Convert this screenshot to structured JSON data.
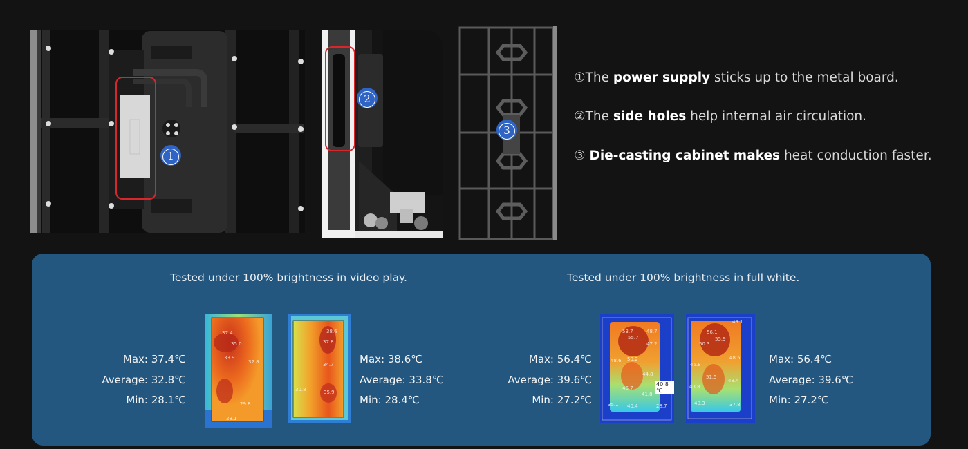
{
  "photos": [
    {
      "id": "power-supply-photo",
      "badge": "1"
    },
    {
      "id": "side-holes-photo",
      "badge": "2"
    },
    {
      "id": "die-casting-cabinet-photo",
      "badge": "3"
    }
  ],
  "features": [
    {
      "prefix": "①The ",
      "bold": "power supply",
      "suffix": " sticks up to the metal board."
    },
    {
      "prefix": "②The ",
      "bold": "side holes",
      "suffix": " help internal air circulation."
    },
    {
      "prefix": "③ ",
      "bold": "Die-casting cabinet makes",
      "suffix": " heat conduction faster."
    }
  ],
  "panel": {
    "background": "#24577f",
    "tests": [
      {
        "title": "Tested under 100% brightness in video play.",
        "left_stats": {
          "max": "Max: 37.4℃",
          "avg": "Average: 32.8℃",
          "min": "Min: 28.1℃"
        },
        "right_stats": {
          "max": "Max: 38.6℃",
          "avg": "Average: 33.8℃",
          "min": "Min: 28.4℃"
        },
        "images": [
          {
            "labels": [
              "37.4",
              "35.0",
              "33.9",
              "32.8",
              "29.8",
              "28.1"
            ]
          },
          {
            "labels": [
              "38.6",
              "37.8",
              "34.7",
              "35.9",
              "30.8"
            ]
          }
        ]
      },
      {
        "title": "Tested under 100% brightness in full white.",
        "left_stats": {
          "max": "Max: 56.4℃",
          "avg": "Average: 39.6℃",
          "min": "Min: 27.2℃"
        },
        "right_stats": {
          "max": "Max: 56.4℃",
          "avg": "Average: 39.6℃",
          "min": "Min: 27.2℃"
        },
        "images": [
          {
            "labels": [
              "53.7",
              "55.7",
              "48.7",
              "47.2",
              "48.6",
              "50.2",
              "44.8",
              "46.7",
              "41.8",
              "35.1",
              "40.4",
              "28.7"
            ],
            "tooltip": "40.8 ℃"
          },
          {
            "labels": [
              "49.1",
              "56.1",
              "55.9",
              "50.3",
              "48.5",
              "45.8",
              "51.5",
              "48.4",
              "43.8",
              "40.3",
              "37.8"
            ]
          }
        ]
      }
    ]
  }
}
